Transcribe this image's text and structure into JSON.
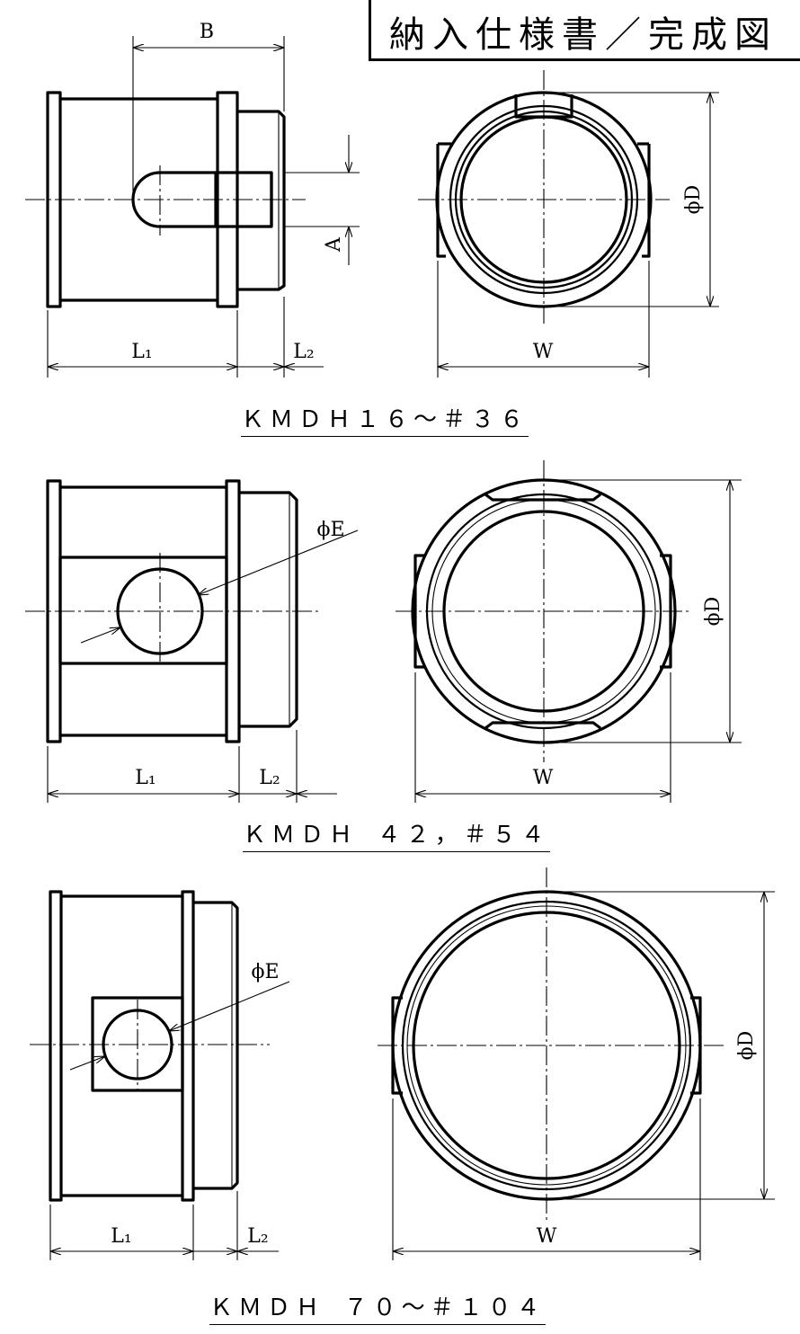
{
  "title": "納入仕様書／完成図",
  "figures": [
    {
      "caption": "ＫＭＤＨ１６～＃３６",
      "labels": {
        "B": "B",
        "A": "A",
        "L1": "L₁",
        "L2": "L₂",
        "W": "W",
        "D": "ϕD"
      }
    },
    {
      "caption": "ＫＭＤＨ ４２，＃５４",
      "labels": {
        "E": "ϕE",
        "L1": "L₁",
        "L2": "L₂",
        "W": "W",
        "D": "ϕD"
      }
    },
    {
      "caption": "ＫＭＤＨ ７０～＃１０４",
      "labels": {
        "E": "ϕE",
        "L1": "L₁",
        "L2": "L₂",
        "W": "W",
        "D": "ϕD"
      }
    }
  ]
}
